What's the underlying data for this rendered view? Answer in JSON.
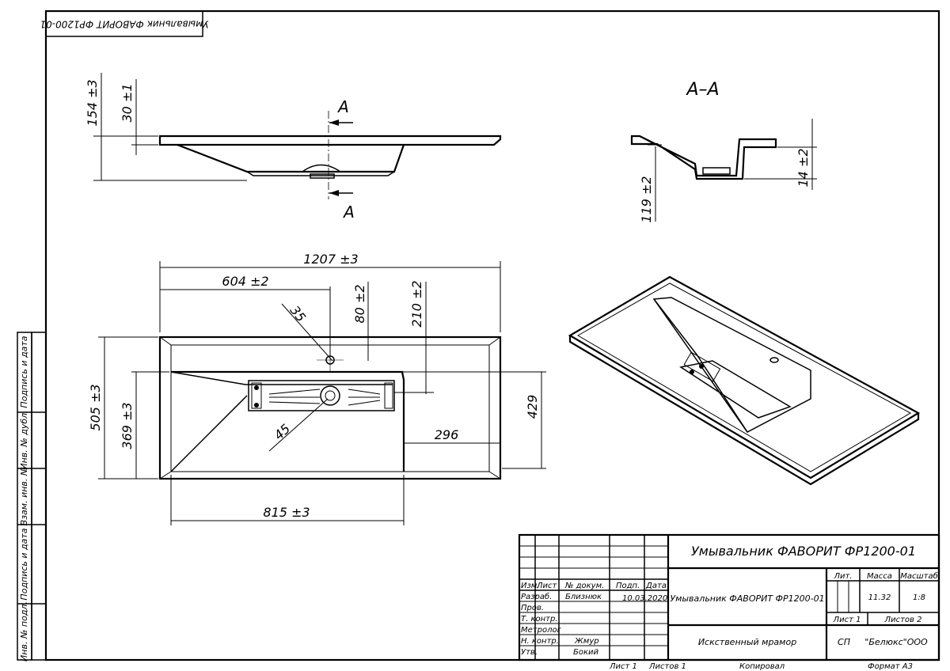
{
  "stamp": {
    "top_text": "Умывальник ФАВОРИТ ФР1200-01"
  },
  "side_margin": {
    "labels": [
      "Подпись и дата",
      "Инв. № дубл.",
      "Взам. инв. №",
      "Подпись и дата",
      "Инв. № подл."
    ]
  },
  "views": {
    "section_marker": "А",
    "section_title": "А–А",
    "dims": {
      "front_height": "154 ±3",
      "front_rim": "30 ±1",
      "section_depth": "119 ±2",
      "section_rim": "14 ±2",
      "overall_width": "1207 ±3",
      "half_width": "604 ±2",
      "hole_diameter": "35",
      "hole_offset": "80 ±2",
      "bowl_offset": "210 ±2",
      "overall_depth": "505 ±3",
      "bowl_depth": "369 ±3",
      "drain_diameter": "45",
      "shelf_width": "296",
      "right_depth": "429",
      "bowl_width": "815 ±3"
    }
  },
  "title_block": {
    "title": "Умывальник ФАВОРИТ ФР1200-01",
    "designation": "Умывальник ФАВОРИТ ФР1200-01",
    "material": "Искственный мрамор",
    "headers": {
      "lit": "Лит.",
      "mass": "Масса",
      "scale": "Масштаб"
    },
    "mass": "11.32",
    "scale": "1:8",
    "sheet": "Лист 1",
    "sheets": "Листов 2",
    "org_code": "СП",
    "org_name": "\"Белюкс\"ООО",
    "col_headers": {
      "izm": "Изм.",
      "list": "Лист",
      "doc": "№ докум.",
      "sign": "Подп.",
      "date": "Дата"
    },
    "roles": {
      "razrab": "Разраб.",
      "prov": "Пров.",
      "tkontr": "Т. контр.",
      "metrolog": "Метролог",
      "nkontr": "Н. контр.",
      "utv": "Утв."
    },
    "names": {
      "razrab": "Близнюк",
      "nkontr": "Жмур",
      "utv": "Бокий"
    },
    "date_razrab": "10.03.2020",
    "footer": {
      "sheet": "Лист 1",
      "sheets": "Листов 1",
      "copied": "Копировал",
      "format": "Формат А3"
    }
  }
}
